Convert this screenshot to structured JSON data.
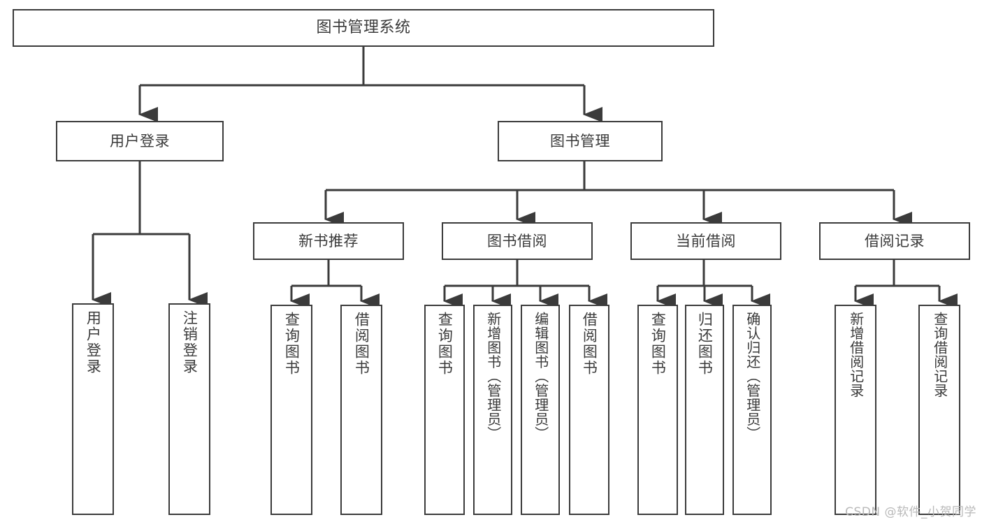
{
  "diagram": {
    "title": "图书管理系统",
    "watermark": "CSDN @软件_小贺同学",
    "line_color": "#3b3b3b",
    "box_fill": "#ffffff",
    "text_color": "#3a3a3a",
    "nodes": {
      "root": "图书管理系统",
      "level1": [
        "用户登录",
        "图书管理"
      ],
      "level2": [
        "新书推荐",
        "图书借阅",
        "当前借阅",
        "借阅记录"
      ],
      "leaves": {
        "user_login": [
          "用户登录",
          "注销登录"
        ],
        "new_book_recommend": [
          "查询图书",
          "借阅图书"
        ],
        "book_borrow": [
          "查询图书",
          "新增图书（管理员）",
          "编辑图书（管理员）",
          "借阅图书"
        ],
        "current_borrow": [
          "查询图书",
          "归还图书",
          "确认归还（管理员）"
        ],
        "borrow_record": [
          "新增借阅记录",
          "查询借阅记录"
        ]
      }
    }
  }
}
